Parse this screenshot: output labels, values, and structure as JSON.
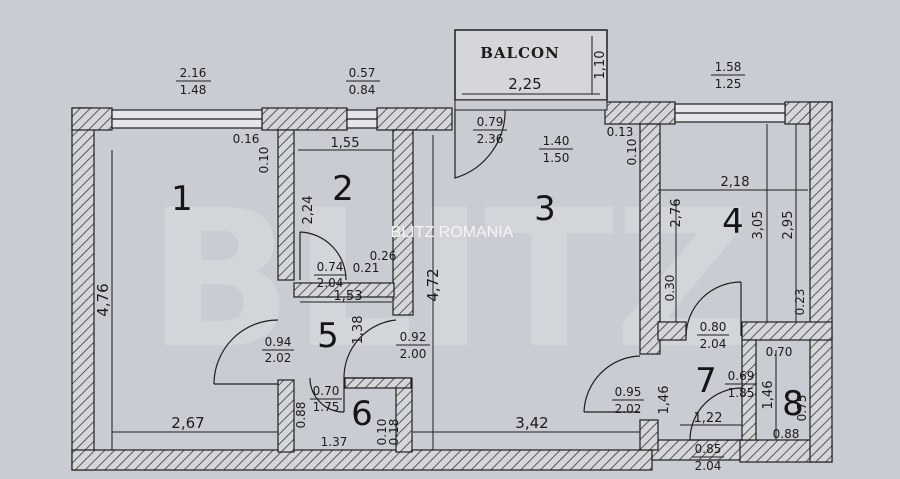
{
  "watermark": {
    "big_text": "BLITZ",
    "small_text": "BLITZ ROMANIA"
  },
  "balcony": {
    "title": "BALCON",
    "width": "2,25",
    "depth": "1,10"
  },
  "rooms": [
    {
      "id": "r1",
      "number": "1"
    },
    {
      "id": "r2",
      "number": "2"
    },
    {
      "id": "r3",
      "number": "3"
    },
    {
      "id": "r4",
      "number": "4"
    },
    {
      "id": "r5",
      "number": "5"
    },
    {
      "id": "r6",
      "number": "6"
    },
    {
      "id": "r7",
      "number": "7"
    },
    {
      "id": "r8",
      "number": "8"
    }
  ],
  "window_ratios": [
    {
      "id": "w1",
      "top": "2.16",
      "bottom": "1.48"
    },
    {
      "id": "w2",
      "top": "0.57",
      "bottom": "0.84"
    },
    {
      "id": "w3",
      "top": "1.58",
      "bottom": "1.25"
    },
    {
      "id": "w4",
      "top": "0.79",
      "bottom": "2.36"
    },
    {
      "id": "w5",
      "top": "1.40",
      "bottom": "1.50"
    }
  ],
  "door_ratios": [
    {
      "id": "d1",
      "top": "0.74",
      "bottom": "2.04"
    },
    {
      "id": "d2",
      "top": "0.94",
      "bottom": "2.02"
    },
    {
      "id": "d3",
      "top": "0.92",
      "bottom": "2.00"
    },
    {
      "id": "d4",
      "top": "0.70",
      "bottom": "1.75"
    },
    {
      "id": "d5",
      "top": "0.80",
      "bottom": "2.04"
    },
    {
      "id": "d6",
      "top": "0.95",
      "bottom": "2.02"
    },
    {
      "id": "d7",
      "top": "0.69",
      "bottom": "1.85"
    },
    {
      "id": "d8",
      "top": "0.85",
      "bottom": "2.04"
    }
  ],
  "dimensions": [
    {
      "id": "room1-height",
      "value": "4,76"
    },
    {
      "id": "room1-width",
      "value": "2,67"
    },
    {
      "id": "room2-width",
      "value": "1,55"
    },
    {
      "id": "room2-height",
      "value": "2,24"
    },
    {
      "id": "room5-width",
      "value": "1,53"
    },
    {
      "id": "room5-height",
      "value": "1,38"
    },
    {
      "id": "room3-height",
      "value": "4,72"
    },
    {
      "id": "room3-width",
      "value": "3,42"
    },
    {
      "id": "room4-width",
      "value": "2,18"
    },
    {
      "id": "room4-height-a",
      "value": "2,76"
    },
    {
      "id": "room4-height-b",
      "value": "3,05"
    },
    {
      "id": "room4-height-c",
      "value": "2,95"
    },
    {
      "id": "room6-width",
      "value": "1.37"
    },
    {
      "id": "room6-height-a",
      "value": "0.88"
    },
    {
      "id": "room6-height-b",
      "value": "0.10"
    },
    {
      "id": "room6-height-c",
      "value": "0.18"
    },
    {
      "id": "room7-height",
      "value": "1,46"
    },
    {
      "id": "room7-width",
      "value": "1,22"
    },
    {
      "id": "room8-height",
      "value": "1,46"
    },
    {
      "id": "room8-width",
      "value": "0.88"
    },
    {
      "id": "room8-right",
      "value": "0.75"
    },
    {
      "id": "room8-top",
      "value": "0.70"
    },
    {
      "id": "wall-a",
      "value": "0.16"
    },
    {
      "id": "wall-b",
      "value": "0.10"
    },
    {
      "id": "wall-c",
      "value": "0.26"
    },
    {
      "id": "wall-d",
      "value": "0.21"
    },
    {
      "id": "wall-e",
      "value": "0.13"
    },
    {
      "id": "wall-f",
      "value": "0.10"
    },
    {
      "id": "wall-g",
      "value": "0.30"
    },
    {
      "id": "wall-h",
      "value": "0.23"
    }
  ]
}
